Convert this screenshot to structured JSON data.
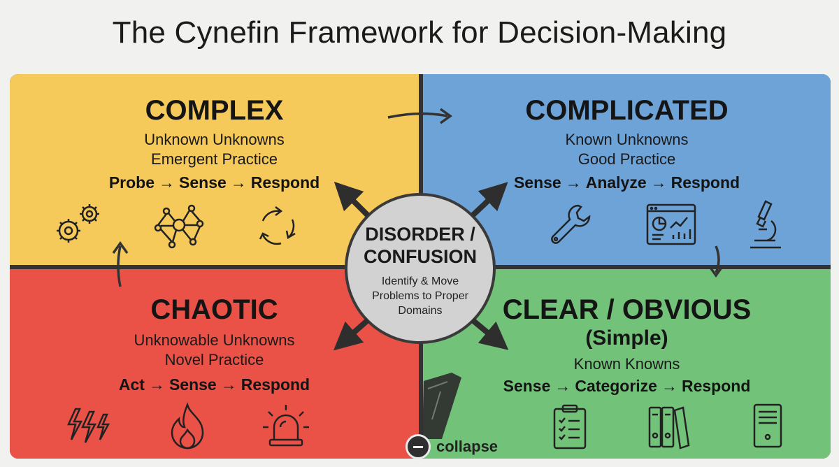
{
  "title": "The Cynefin Framework for Decision-Making",
  "domains": {
    "complex": {
      "name": "COMPLEX",
      "line1": "Unknown Unknowns",
      "line2": "Emergent Practice",
      "steps": [
        "Probe",
        "Sense",
        "Respond"
      ],
      "color": "#f5c95a",
      "icons": [
        "gears-icon",
        "network-icon",
        "cycle-arrows-icon"
      ]
    },
    "complicated": {
      "name": "COMPLICATED",
      "line1": "Known Unknowns",
      "line2": "Good Practice",
      "steps": [
        "Sense",
        "Analyze",
        "Respond"
      ],
      "color": "#6ea3d8",
      "icons": [
        "wrench-icon",
        "dashboard-icon",
        "microscope-icon"
      ]
    },
    "chaotic": {
      "name": "CHAOTIC",
      "line1": "Unknowable Unknowns",
      "line2": "Novel Practice",
      "steps": [
        "Act",
        "Sense",
        "Respond"
      ],
      "color": "#ea5248",
      "icons": [
        "lightning-icon",
        "fire-icon",
        "alarm-light-icon"
      ]
    },
    "clear": {
      "name": "CLEAR / OBVIOUS",
      "name2": "(Simple)",
      "line1": "Known Knowns",
      "steps": [
        "Sense",
        "Categorize",
        "Respond"
      ],
      "color": "#73c27a",
      "icons": [
        "checklist-icon",
        "binders-icon",
        "server-icon"
      ]
    }
  },
  "center": {
    "title1": "DISORDER /",
    "title2": "CONFUSION",
    "desc": "Identify & Move Problems to Proper Domains"
  },
  "collapse_label": "collapse",
  "arrow_glyph": "→"
}
